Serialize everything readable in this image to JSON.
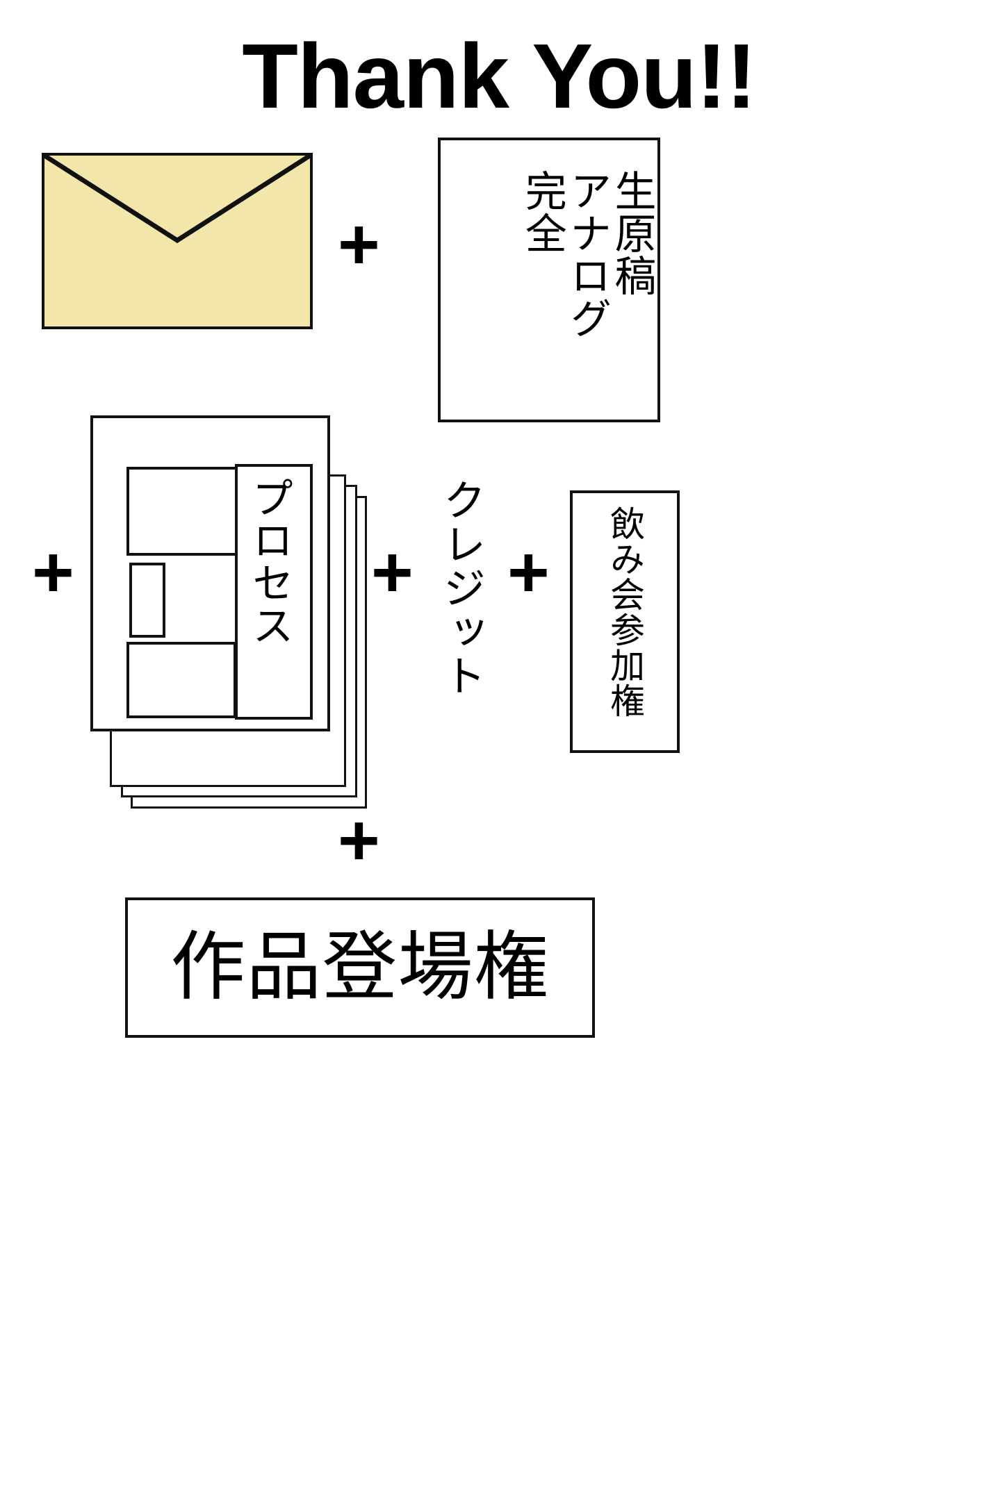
{
  "page": {
    "title": "Thank You!!",
    "background_color": "#ffffff",
    "ink_color": "#000000",
    "envelope_fill_color": "#f3e6ab"
  },
  "operators": {
    "plus_1": "+",
    "plus_2": "+",
    "plus_3": "+",
    "plus_4": "+",
    "plus_5": "+"
  },
  "items": {
    "envelope": {
      "icon": "envelope-icon",
      "label": ""
    },
    "analog_manuscript": {
      "columns": [
        "完全",
        "アナログ",
        "生原稿"
      ],
      "full_text": "完全アナログ生原稿"
    },
    "process_papers": {
      "label": "プロセス",
      "sheet_count": 4,
      "panel_count": 4
    },
    "credit": {
      "label": "クレジット"
    },
    "drinking_party": {
      "label": "飲み会参加権"
    },
    "appearance_right": {
      "label": "作品登場権"
    }
  }
}
